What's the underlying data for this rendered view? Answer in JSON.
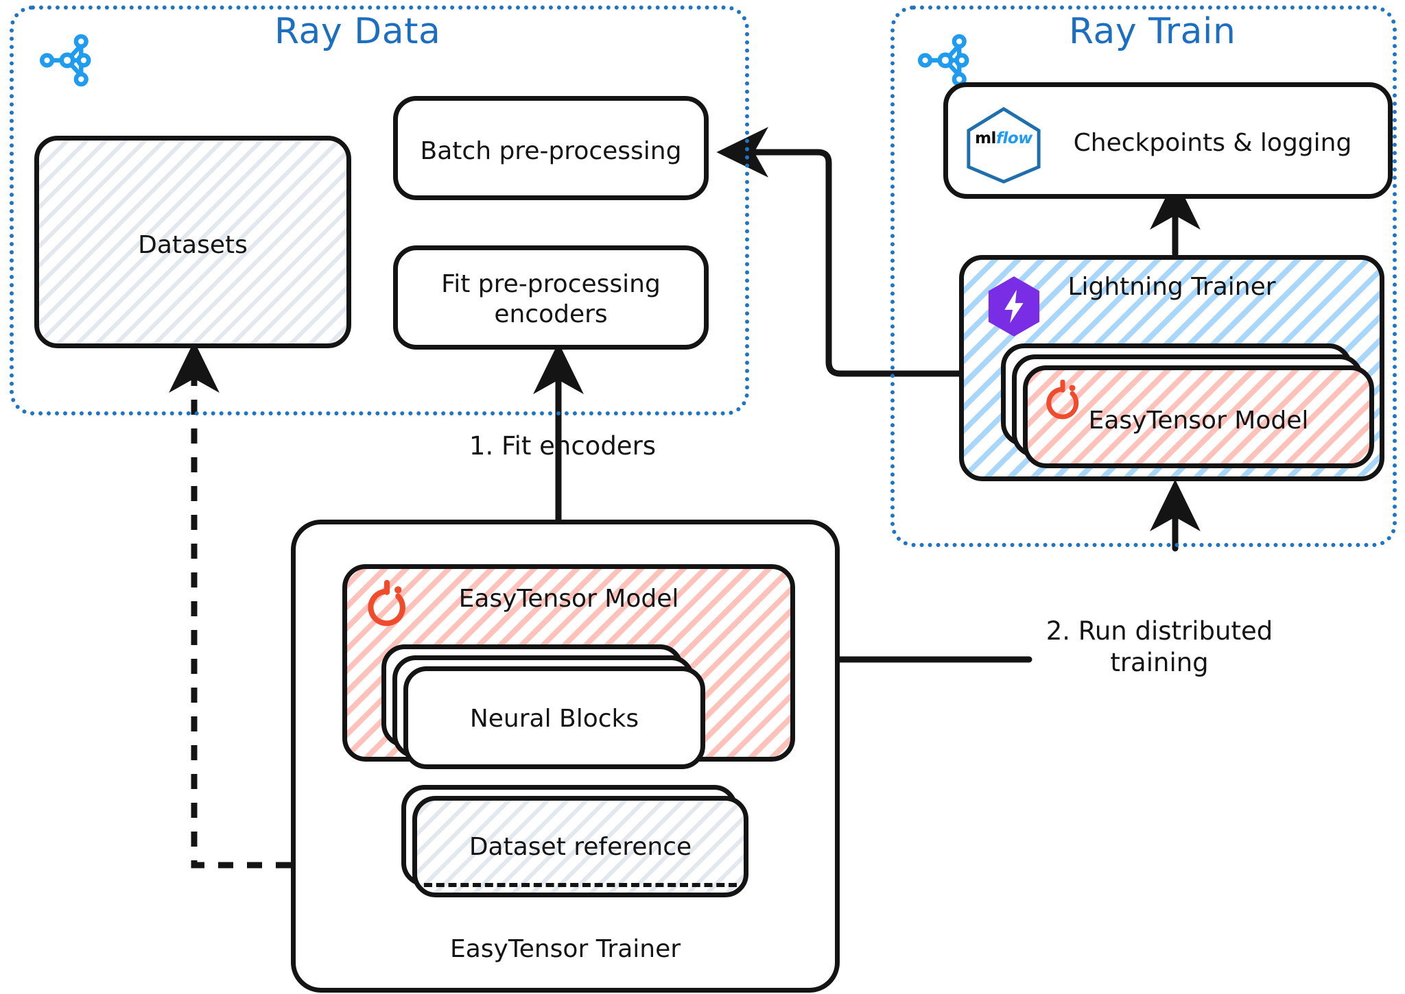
{
  "diagram": {
    "title": "Ray Data / Ray Train EasyTensor training architecture"
  },
  "groups": [
    {
      "id": "ray-data",
      "title": "Ray Data",
      "icon": "ray-logo-icon",
      "accent": "#1c6fc0"
    },
    {
      "id": "ray-train",
      "title": "Ray Train",
      "icon": "ray-logo-icon",
      "accent": "#1c6fc0"
    }
  ],
  "nodes": {
    "datasets": {
      "label": "Datasets",
      "fill": "grey-hatch"
    },
    "batch_preprocessing": {
      "label": "Batch pre-processing",
      "fill": "white"
    },
    "fit_encoders": {
      "label": "Fit pre-processing\nencoders",
      "fill": "white"
    },
    "checkpoints": {
      "label": "Checkpoints & logging",
      "icon": "mlflow-icon",
      "fill": "white"
    },
    "lightning_trainer": {
      "label": "Lightning Trainer",
      "icon": "lightning-bolt-icon",
      "fill": "blue-hatch"
    },
    "easytensor_model_train": {
      "label": "EasyTensor Model",
      "icon": "pytorch-flame-icon",
      "fill": "red-hatch"
    },
    "easytensor_trainer": {
      "label": "EasyTensor Trainer",
      "fill": "white"
    },
    "easytensor_model_main": {
      "label": "EasyTensor Model",
      "icon": "pytorch-flame-icon",
      "fill": "red-hatch"
    },
    "neural_blocks": {
      "label": "Neural Blocks",
      "fill": "white"
    },
    "dataset_reference": {
      "label": "Dataset reference",
      "fill": "grey-hatch"
    }
  },
  "edges": [
    {
      "id": "step1",
      "label": "1. Fit encoders",
      "from": "easytensor_model_main",
      "to": "fit_encoders",
      "style": "solid-arrow"
    },
    {
      "id": "step2",
      "label": "2. Run distributed\ntraining",
      "from": "easytensor_trainer",
      "to": "lightning_trainer",
      "style": "solid-arrow"
    },
    {
      "id": "dataset-link",
      "label": "",
      "from": "dataset_reference",
      "to": "datasets",
      "style": "dashed-arrow"
    },
    {
      "id": "batch-link",
      "label": "",
      "from": "lightning_trainer",
      "to": "batch_preprocessing",
      "style": "solid-arrow"
    },
    {
      "id": "ckpt-link",
      "label": "",
      "from": "lightning_trainer",
      "to": "checkpoints",
      "style": "solid-arrow"
    }
  ],
  "colors": {
    "ray_blue": "#1c6fc0",
    "ink": "#141414",
    "lightning_purple": "#792ee5",
    "pytorch_orange": "#ee4c2c",
    "mlflow_blue": "#1f9bf0",
    "hatch_grey": "#e3e8ef",
    "hatch_red": "#ffc2bb",
    "hatch_blue": "#a9d7fb"
  }
}
